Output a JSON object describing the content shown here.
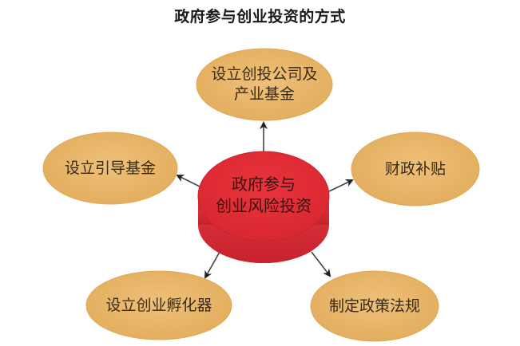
{
  "title": "政府参与创业投资的方式",
  "colors": {
    "node_fill": "#e8b565",
    "node_edge": "#d9a24f",
    "center_top": "#e0323a",
    "center_side": "#cc2630",
    "arrow": "#333333",
    "text": "#3a2a14"
  },
  "center": {
    "line1": "政府参与",
    "line2": "创业风险投资",
    "shape": "cylinder"
  },
  "nodes": [
    {
      "id": "top",
      "line1": "设立创投公司及",
      "line2": "产业基金"
    },
    {
      "id": "left",
      "line1": "设立引导基金"
    },
    {
      "id": "right",
      "line1": "财政补贴"
    },
    {
      "id": "bottom-left",
      "line1": "设立创业孵化器"
    },
    {
      "id": "bottom-right",
      "line1": "制定政策法规"
    }
  ]
}
